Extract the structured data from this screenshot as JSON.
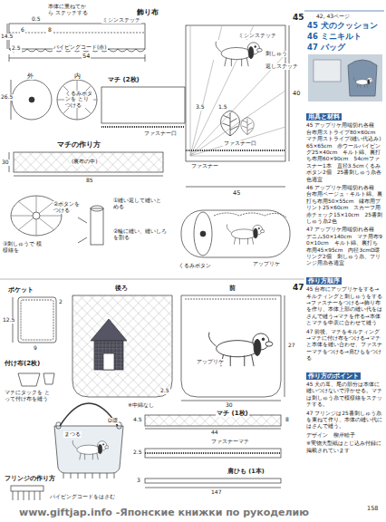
{
  "diagram": {
    "labels": [
      "飾り布",
      "本体に重ねてから ステッチする",
      "ミシンステッチ",
      "0.5",
      "6",
      "8",
      "14.5",
      "2.5",
      "バイピングコード(赤)",
      "54",
      "外",
      "内",
      "マチ (2枚)",
      "26.5",
      "くるみボタンを とりつける",
      "ファスナー口",
      "マチの作り方",
      "30",
      "(裏布の中)",
      "85",
      "②ボタンを つける",
      "③刺しゅうで 模様線を",
      "①縫い返して縫いとめる",
      "②輪に縫い、縫いしろを割る",
      "45",
      "ミシンステッチ",
      "刺しゅう",
      "返しステッチ",
      "3.5",
      "1.5",
      "ファスナー口",
      "ファスナー",
      "40",
      "45",
      "アップリケ",
      "くるみボタン",
      "42, 43ページ",
      "45 犬のクッション",
      "46 ミニキルト",
      "47 バッグ",
      "用具と材料",
      "45 アップリケ用端切れ各種　台布用ストライプ80×60cm　マチ用ストライプ(縫い代込み)65×65cm　赤ウールパイピング25×40cm　キルト綿、裏打ち布用60×90cm　54cmファスナー1本　直径3.5cmくるみボタン2個　25番刺しゅう糸各色適宜",
      "46 アップリケ用端切れ各種　台布用ベージュ・キルト綿、裏打ち布用50×55cm　縁布用プリント25×60cm　スカーフ用赤チェック15×10cm　25番刺しゅう糸2色",
      "47 アップリケ用端切れ各種　デニム50×140cm　マチ用布90×10cm　キルト綿、裏打ち布用45×95cm　内径3cmD環リング2個　刺しゅう糸、フリンジ用糸各適宜",
      "作り方順序",
      "45 台布にアップリケをする→キルティングと刺しゅうをする→ファスナーをつける→飾り布を作り、本体上部の縫い代をはさんで縫う→マチを作る→本体とマチを中表に合わせて縫う",
      "47 前後、マチをキルティング→マチに付け布をつける→マチと本体を縫い合わせ、ファスナーマチをつける→肩ひもをつける",
      "作り方のポイント",
      "45 犬の耳、尾の部分は本体に縫いつけないで浮かせる。マチは刺しゅう糸で模様線をステッチする。",
      "47 フリンジは25番刺しゅう糸を束ねて作り、本体の縫い代にはさんで縫う。",
      "デザイン　柳岸睦子",
      "※実物大型紙はとじ込み付録に掲載されています",
      "158",
      "47",
      "ポケット",
      "2",
      "12.5",
      "9",
      "後ろ",
      "前",
      "※中綿なし",
      "30",
      "27",
      "2.5",
      "付け布(2枚)",
      "マチにタックを とって付け布を縫う",
      "D環",
      "マチ (1枚)",
      "4.5",
      "44",
      "8",
      "ファスナーマチ",
      "2.5",
      "肩ひも (1本)",
      "3",
      "147",
      "まつる",
      "アップリケ",
      "フリンジの作り方",
      "パイピングコードをはさむ",
      "www.giftjap.info -Японские книжки по рукоделию"
    ]
  }
}
